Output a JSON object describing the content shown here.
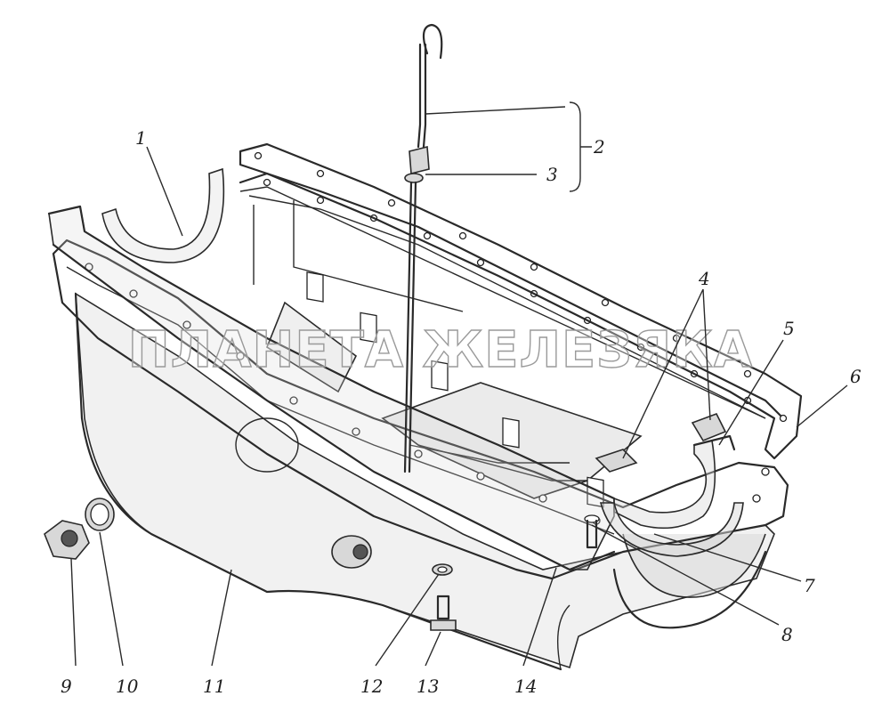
{
  "watermark": "ПЛАНЕТА ЖЕЛЕЗЯКА",
  "callouts": {
    "c1": "1",
    "c2": "2",
    "c3": "3",
    "c4": "4",
    "c5": "5",
    "c6": "6",
    "c7": "7",
    "c8": "8",
    "c9": "9",
    "c10": "10",
    "c11": "11",
    "c12": "12",
    "c13": "13",
    "c14": "14"
  }
}
